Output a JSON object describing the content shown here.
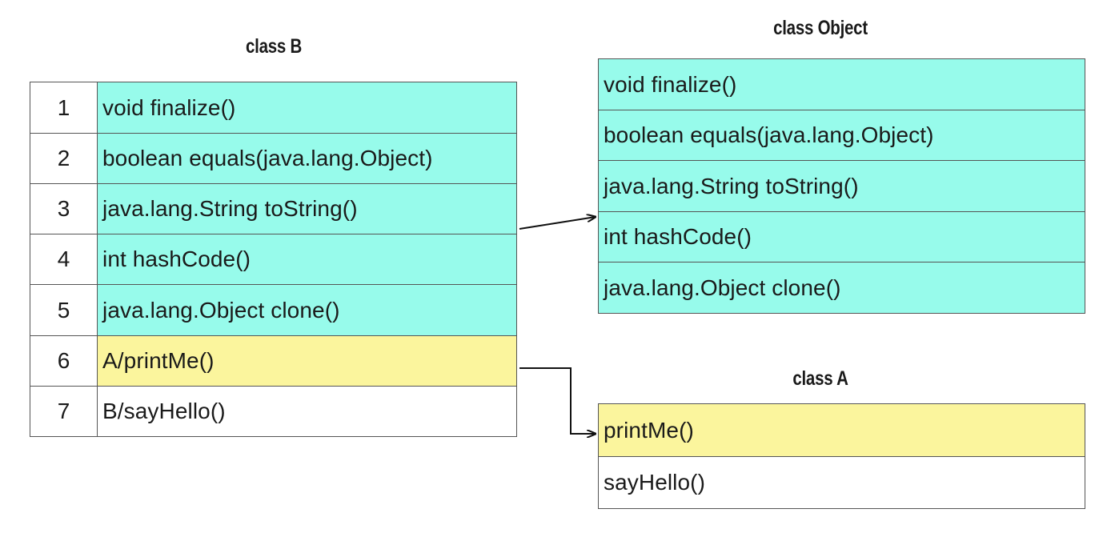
{
  "class_b": {
    "title": "class B",
    "rows": [
      {
        "index": "1",
        "method": "void finalize()",
        "color": "cyan"
      },
      {
        "index": "2",
        "method": "boolean equals(java.lang.Object)",
        "color": "cyan"
      },
      {
        "index": "3",
        "method": "java.lang.String toString()",
        "color": "cyan"
      },
      {
        "index": "4",
        "method": "int hashCode()",
        "color": "cyan"
      },
      {
        "index": "5",
        "method": "java.lang.Object clone()",
        "color": "cyan"
      },
      {
        "index": "6",
        "method": "A/printMe()",
        "color": "yellow"
      },
      {
        "index": "7",
        "method": "B/sayHello()",
        "color": "white"
      }
    ]
  },
  "class_object": {
    "title": "class Object",
    "rows": [
      {
        "method": "void finalize()",
        "color": "cyan"
      },
      {
        "method": "boolean equals(java.lang.Object)",
        "color": "cyan"
      },
      {
        "method": "java.lang.String toString()",
        "color": "cyan"
      },
      {
        "method": "int hashCode()",
        "color": "cyan"
      },
      {
        "method": "java.lang.Object clone()",
        "color": "cyan"
      }
    ]
  },
  "class_a": {
    "title": "class A",
    "rows": [
      {
        "method": "printMe()",
        "color": "yellow"
      },
      {
        "method": "sayHello()",
        "color": "white"
      }
    ]
  },
  "colors": {
    "cyan": "#97fbeb",
    "yellow": "#fbf59d",
    "white": "#ffffff",
    "border": "#555555"
  }
}
